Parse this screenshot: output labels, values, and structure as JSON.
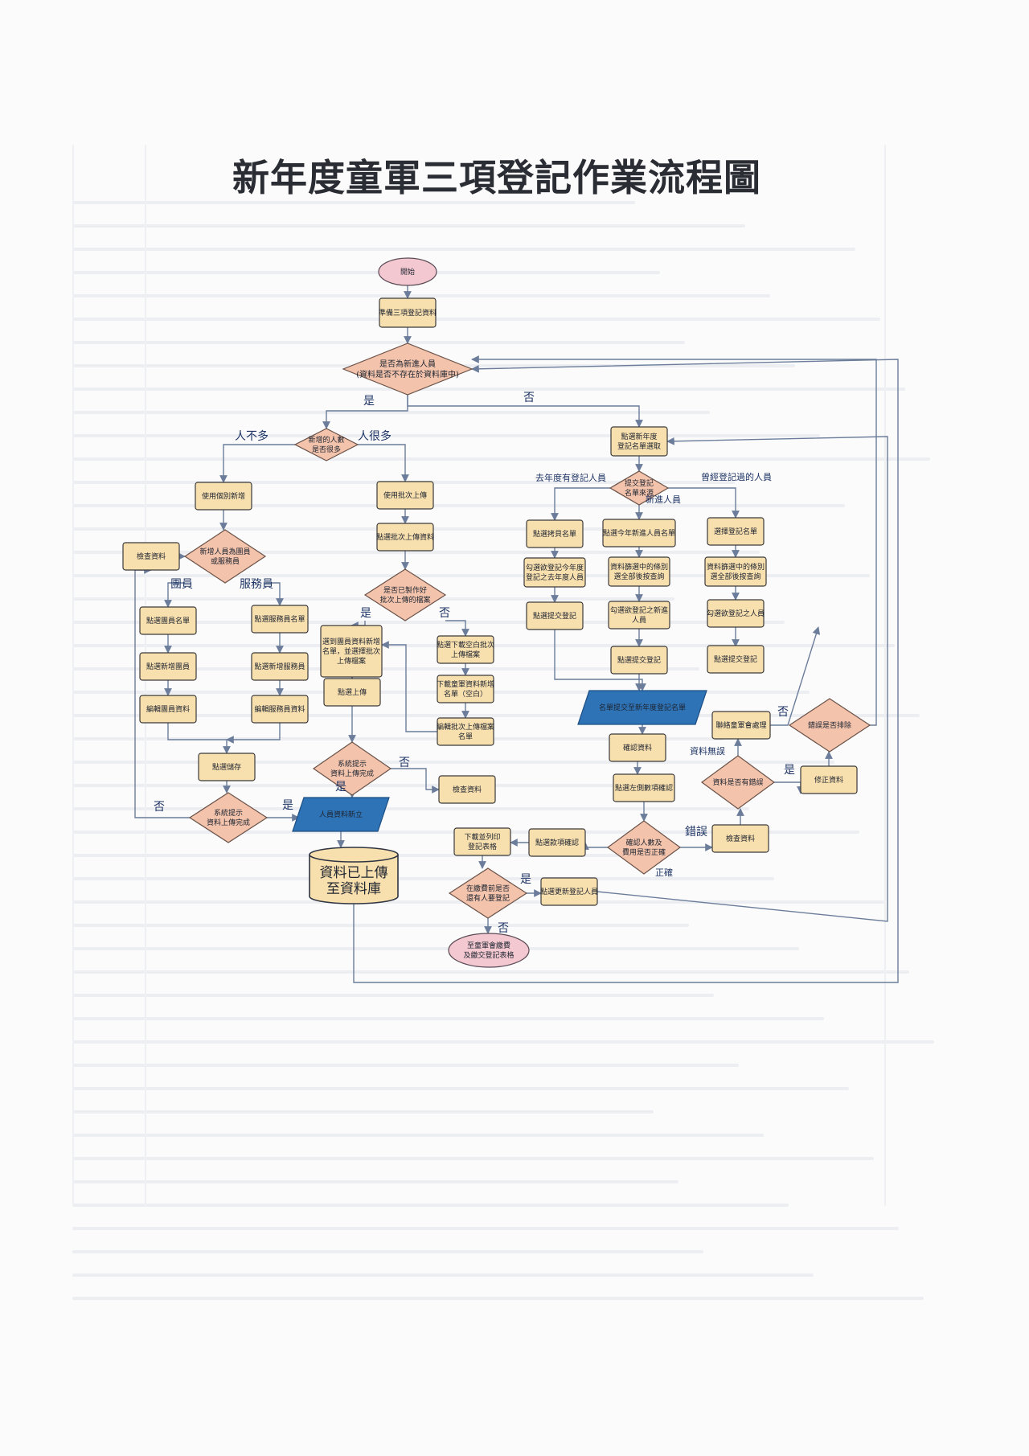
{
  "title": "新年度童軍三項登記作業流程圖",
  "colors": {
    "process_fill": "#f8dfae",
    "process_stroke": "#3a3a3a",
    "decision_fill": "#f3c3ac",
    "terminal_fill": "#f3c8d0",
    "io_fill": "#2f73b7",
    "db_fill": "#f8dfae",
    "arrow": "#6b7d9a",
    "label": "#1f3566"
  },
  "nodes": [
    {
      "id": "start",
      "type": "terminal",
      "lines": [
        "開始"
      ]
    },
    {
      "id": "prep",
      "type": "process",
      "lines": [
        "準備三項登記資料"
      ]
    },
    {
      "id": "is_new",
      "type": "decision",
      "lines": [
        "是否為新進人員",
        "(資料是否不存在於資料庫中)"
      ]
    },
    {
      "id": "many_new",
      "type": "decision",
      "lines": [
        "新增的人數",
        "是否很多"
      ]
    },
    {
      "id": "use_single",
      "type": "process",
      "lines": [
        "使用個別新增"
      ]
    },
    {
      "id": "use_batch",
      "type": "process",
      "lines": [
        "使用批次上傳"
      ]
    },
    {
      "id": "click_batch",
      "type": "process",
      "lines": [
        "點選批次上傳資料"
      ]
    },
    {
      "id": "file_ready",
      "type": "decision",
      "lines": [
        "是否已製作好",
        "批次上傳的檔案"
      ]
    },
    {
      "id": "check_l",
      "type": "process",
      "lines": [
        "檢查資料"
      ]
    },
    {
      "id": "member_type",
      "type": "decision",
      "lines": [
        "新增人員為團員",
        "或服務員"
      ]
    },
    {
      "id": "m_list",
      "type": "process",
      "lines": [
        "點選團員名單"
      ]
    },
    {
      "id": "s_list",
      "type": "process",
      "lines": [
        "點選服務員名單"
      ]
    },
    {
      "id": "m_add",
      "type": "process",
      "lines": [
        "點選新增團員"
      ]
    },
    {
      "id": "s_add",
      "type": "process",
      "lines": [
        "點選新增服務員"
      ]
    },
    {
      "id": "m_edit",
      "type": "process",
      "lines": [
        "編輯團員資料"
      ]
    },
    {
      "id": "s_edit",
      "type": "process",
      "lines": [
        "編輯服務員資料"
      ]
    },
    {
      "id": "save",
      "type": "process",
      "lines": [
        "點選儲存"
      ]
    },
    {
      "id": "sys_done_l",
      "type": "decision",
      "lines": [
        "系統提示",
        "資料上傳完成"
      ]
    },
    {
      "id": "pick_file",
      "type": "process",
      "lines": [
        "選到團員資料新增",
        "名單，並選擇批次",
        "上傳檔案"
      ]
    },
    {
      "id": "dl_blank",
      "type": "process",
      "lines": [
        "點選下載空白批次",
        "上傳檔案"
      ]
    },
    {
      "id": "dl_list",
      "type": "process",
      "lines": [
        "下載童軍資料新增",
        "名單（空白）"
      ]
    },
    {
      "id": "edit_file",
      "type": "process",
      "lines": [
        "編輯批次上傳檔案",
        "名單"
      ]
    },
    {
      "id": "upload",
      "type": "process",
      "lines": [
        "點選上傳"
      ]
    },
    {
      "id": "sys_done_m",
      "type": "decision",
      "lines": [
        "系統提示",
        "資料上傳完成"
      ]
    },
    {
      "id": "check_m",
      "type": "process",
      "lines": [
        "檢查資料"
      ]
    },
    {
      "id": "io_person",
      "type": "io",
      "lines": [
        "人員資料新立"
      ]
    },
    {
      "id": "db",
      "type": "database",
      "lines": [
        "資料已上傳",
        "至資料庫"
      ]
    },
    {
      "id": "click_reg",
      "type": "process",
      "lines": [
        "點選新年度",
        "登記名單選取"
      ]
    },
    {
      "id": "source",
      "type": "decision",
      "lines": [
        "提交登記",
        "名單來源"
      ]
    },
    {
      "id": "copy_list",
      "type": "process",
      "lines": [
        "點選拷貝名單"
      ]
    },
    {
      "id": "new_list",
      "type": "process",
      "lines": [
        "點選今年新進人員名單"
      ]
    },
    {
      "id": "pick_list",
      "type": "process",
      "lines": [
        "選擇登記名單"
      ]
    },
    {
      "id": "tick_prev",
      "type": "process",
      "lines": [
        "勾選欲登記今年度",
        "登記之去年度人員"
      ]
    },
    {
      "id": "filter_new",
      "type": "process",
      "lines": [
        "資料篩選中的條別",
        "選全部後按查詢"
      ]
    },
    {
      "id": "filter_past",
      "type": "process",
      "lines": [
        "資料篩選中的條別",
        "選全部後按查詢"
      ]
    },
    {
      "id": "submit_a",
      "type": "process",
      "lines": [
        "點選提交登記"
      ]
    },
    {
      "id": "tick_new",
      "type": "process",
      "lines": [
        "勾選欲登記之新進",
        "人員"
      ]
    },
    {
      "id": "tick_past",
      "type": "process",
      "lines": [
        "勾選欲登記之人員"
      ]
    },
    {
      "id": "submit_b",
      "type": "process",
      "lines": [
        "點選提交登記"
      ]
    },
    {
      "id": "submit_c",
      "type": "process",
      "lines": [
        "點選提交登記"
      ]
    },
    {
      "id": "io_reg",
      "type": "io",
      "lines": [
        "名單提交至新年度登記名單"
      ]
    },
    {
      "id": "confirm",
      "type": "process",
      "lines": [
        "確認資料"
      ]
    },
    {
      "id": "confirm_cnt",
      "type": "process",
      "lines": [
        "點選左側數項確認"
      ]
    },
    {
      "id": "has_error",
      "type": "decision",
      "lines": [
        "資料是否有錯誤"
      ]
    },
    {
      "id": "fix",
      "type": "process",
      "lines": [
        "修正資料"
      ]
    },
    {
      "id": "contact",
      "type": "process",
      "lines": [
        "聯絡童軍會處理"
      ]
    },
    {
      "id": "err_fixed",
      "type": "decision",
      "lines": [
        "錯誤是否排除"
      ]
    },
    {
      "id": "count_ok",
      "type": "decision",
      "lines": [
        "確認人數及",
        "費用是否正確"
      ]
    },
    {
      "id": "check_r",
      "type": "process",
      "lines": [
        "檢查資料"
      ]
    },
    {
      "id": "confirm_fee",
      "type": "process",
      "lines": [
        "點選款項確認"
      ]
    },
    {
      "id": "print",
      "type": "process",
      "lines": [
        "下載並列印",
        "登記表格"
      ]
    },
    {
      "id": "all_reg",
      "type": "decision",
      "lines": [
        "在繳費前是否",
        "還有人要登記"
      ]
    },
    {
      "id": "update_reg",
      "type": "process",
      "lines": [
        "點選更新登記人員"
      ]
    },
    {
      "id": "end",
      "type": "terminal",
      "lines": [
        "至童軍會繳費",
        "及繳交登記表格"
      ]
    }
  ],
  "edge_labels": {
    "yes": "是",
    "no": "否",
    "few": "人不多",
    "many": "人很多",
    "member": "團員",
    "staff": "服務員",
    "last_year": "去年度有登記人員",
    "new_people": "新進人員",
    "past_people": "曾經登記過的人員",
    "no_error": "資料無誤",
    "wrong": "錯誤",
    "correct": "正確"
  }
}
